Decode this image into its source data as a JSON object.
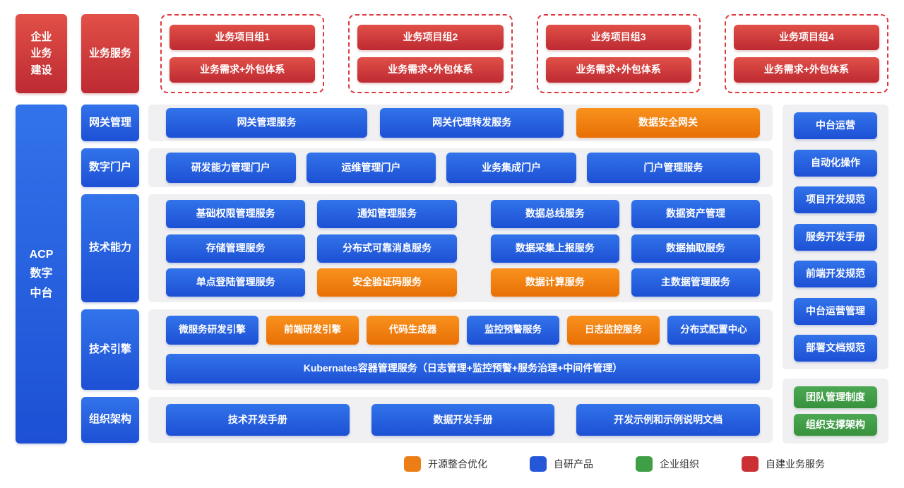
{
  "top": {
    "build": "企业\n业务\n建设",
    "service": "业务服务",
    "groups": [
      {
        "title": "业务项目组1",
        "subtitle": "业务需求+外包体系",
        "type": "red"
      },
      {
        "title": "业务项目组2",
        "subtitle": "业务需求+外包体系",
        "type": "red"
      },
      {
        "title": "业务项目组3",
        "subtitle": "业务需求+外包体系",
        "type": "red"
      },
      {
        "title": "业务项目组4",
        "subtitle": "业务需求+外包体系",
        "type": "red"
      }
    ]
  },
  "platform": "ACP\n数字\n中台",
  "sections": {
    "gateway": {
      "header": "网关管理",
      "buttons": [
        {
          "label": "网关管理服务",
          "type": "blue"
        },
        {
          "label": "网关代理转发服务",
          "type": "blue"
        },
        {
          "label": "数据安全网关",
          "type": "orange"
        }
      ]
    },
    "portal": {
      "header": "数字门户",
      "buttons": [
        {
          "label": "研发能力管理门户",
          "type": "blue"
        },
        {
          "label": "运维管理门户",
          "type": "blue"
        },
        {
          "label": "业务集成门户",
          "type": "blue"
        },
        {
          "label": "门户管理服务",
          "type": "blue"
        }
      ]
    },
    "capability": {
      "header": "技术能力",
      "rows": [
        [
          {
            "label": "基础权限管理服务",
            "type": "blue"
          },
          {
            "label": "通知管理服务",
            "type": "blue"
          },
          {
            "label": "数据总线服务",
            "type": "blue"
          },
          {
            "label": "数据资产管理",
            "type": "blue"
          }
        ],
        [
          {
            "label": "存储管理服务",
            "type": "blue"
          },
          {
            "label": "分布式可靠消息服务",
            "type": "blue"
          },
          {
            "label": "数据采集上报服务",
            "type": "blue"
          },
          {
            "label": "数据抽取服务",
            "type": "blue"
          }
        ],
        [
          {
            "label": "单点登陆管理服务",
            "type": "blue"
          },
          {
            "label": "安全验证码服务",
            "type": "orange"
          },
          {
            "label": "数据计算服务",
            "type": "orange"
          },
          {
            "label": "主数据管理服务",
            "type": "blue"
          }
        ]
      ]
    },
    "engine": {
      "header": "技术引擎",
      "row1": [
        {
          "label": "微服务研发引擎",
          "type": "blue"
        },
        {
          "label": "前端研发引擎",
          "type": "orange"
        },
        {
          "label": "代码生成器",
          "type": "orange"
        },
        {
          "label": "监控预警服务",
          "type": "blue"
        },
        {
          "label": "日志监控服务",
          "type": "orange"
        },
        {
          "label": "分布式配置中心",
          "type": "blue"
        }
      ],
      "row2": {
        "label": "Kubernates容器管理服务（日志管理+监控预警+服务治理+中间件管理）",
        "type": "blue"
      }
    },
    "org": {
      "header": "组织架构",
      "buttons": [
        {
          "label": "技术开发手册",
          "type": "blue"
        },
        {
          "label": "数据开发手册",
          "type": "blue"
        },
        {
          "label": "开发示例和示例说明文档",
          "type": "blue"
        }
      ]
    }
  },
  "right": {
    "items": [
      "中台运营",
      "自动化操作",
      "项目开发规范",
      "服务开发手册",
      "前端开发规范",
      "中台运营管理",
      "部署文档规范"
    ],
    "green_items": [
      "团队管理制度",
      "组织支撑架构"
    ]
  },
  "legend": {
    "items": [
      {
        "label": "开源整合优化",
        "color": "#ed7d15"
      },
      {
        "label": "自研产品",
        "color": "#2458d8"
      },
      {
        "label": "企业组织",
        "color": "#3f9e46"
      },
      {
        "label": "自建业务服务",
        "color": "#cb3034"
      }
    ]
  }
}
